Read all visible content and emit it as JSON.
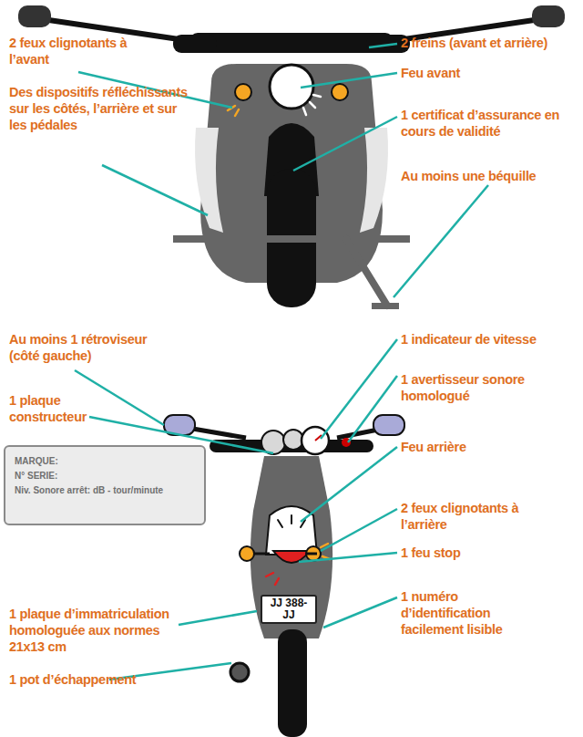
{
  "diagram": {
    "nodes": [
      {
        "text": [
          "MARQUE:",
          "N° SERIE:",
          "Niv. Sonore arrêt:  dB - tour/minute"
        ]
      },
      {
        "text": [
          "JJ 388-JJ"
        ]
      }
    ],
    "labels": [
      "2 feux clignotants à l’avant",
      "Des dispositifs réfléchissants sur les côtés, l’arrière et sur les pédales",
      "2 freins (avant et arrière)",
      "Feu avant",
      "1 certificat d’assurance en cours de validité",
      "Au moins une béquille",
      "Au moins 1 rétroviseur (côté gauche)",
      "1 indicateur de vitesse",
      "1 avertisseur sonore homologué",
      "1 plaque constructeur",
      "Feu arrière",
      "2 feux clignotants à l’arrière",
      "1 feu stop",
      "1 numéro d’identification facilement lisible",
      "1 plaque d’immatriculation homologuée aux normes 21x13 cm",
      "1 pot d’échappement"
    ]
  }
}
